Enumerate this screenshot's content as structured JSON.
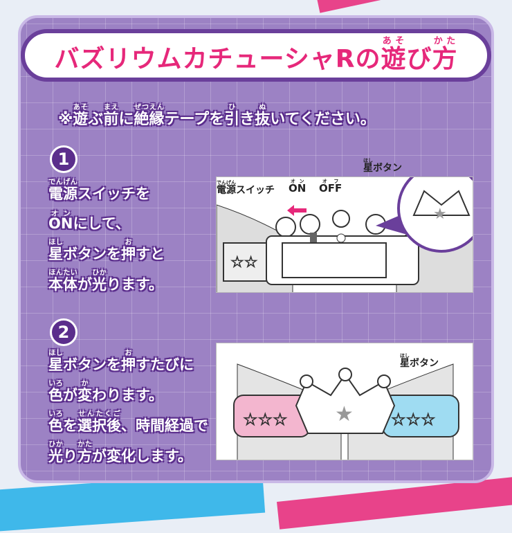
{
  "title": {
    "text": "バズリウムカチューシャRの",
    "w1": "遊",
    "r1": "あそ",
    "w2": "び",
    "w3": "方",
    "r3": "かた"
  },
  "note": {
    "p0": "※",
    "w1": "遊",
    "r1": "あそ",
    "p1": "ぶ",
    "w2": "前",
    "r2": "まえ",
    "p2": "に",
    "w3": "絶縁",
    "r3": "ぜつえん",
    "p3": "テープを",
    "w4": "引",
    "r4": "ひ",
    "p4": "き",
    "w5": "抜",
    "r5": "ぬ",
    "p5": "いてください。"
  },
  "step1": {
    "number": "1",
    "lines": [
      {
        "w": "電源",
        "r": "でんげん",
        "t": "スイッチを"
      },
      {
        "w": "ON",
        "r": "オン",
        "t": "にして、"
      },
      {
        "w": "星",
        "r": "ほし",
        "t": "ボタンを",
        "w2": "押",
        "r2": "お",
        "t2": "すと"
      },
      {
        "w": "本体",
        "r": "ほんたい",
        "t": "が",
        "w2": "光",
        "r2": "ひか",
        "t2": "ります。"
      }
    ]
  },
  "step2": {
    "number": "2",
    "lines": [
      {
        "w": "星",
        "r": "ほし",
        "t": "ボタンを",
        "w2": "押",
        "r2": "お",
        "t2": "すたびに"
      },
      {
        "w": "色",
        "r": "いろ",
        "t": "が",
        "w2": "変",
        "r2": "か",
        "t2": "わります。"
      },
      {
        "w": "色",
        "r": "いろ",
        "t": "を",
        "w2": "選択後",
        "r2": "せんたくご",
        "t2": "、時間経過で"
      },
      {
        "w": "光",
        "r": "ひか",
        "t": "り",
        "w2": "方",
        "r2": "かた",
        "t2": "が変化します。"
      }
    ]
  },
  "diagram1": {
    "switch_label": "電源",
    "switch_ruby": "でんげん",
    "switch_suffix": "スイッチ",
    "on": "ON",
    "on_ruby": "オン",
    "off": "OFF",
    "off_ruby": "オフ",
    "star_label": "星",
    "star_ruby": "ほし",
    "star_suffix": "ボタン"
  },
  "diagram2": {
    "star_label": "星",
    "star_ruby": "ほし",
    "star_suffix": "ボタン"
  },
  "colors": {
    "pink": "#e6287a",
    "purple": "#6a3f9b",
    "panel": "#9c82c4",
    "blue": "#8fd3ee"
  }
}
